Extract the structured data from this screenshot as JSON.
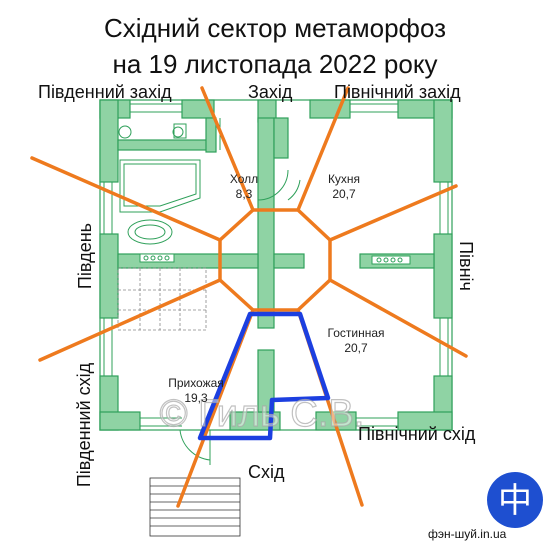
{
  "title": {
    "line1": "Східний сектор метаморфоз",
    "line2": "на 19 листопада 2022 року"
  },
  "directions": {
    "south_west": "Південний захід",
    "west": "Захід",
    "north_west": "Північний захід",
    "south": "Південь",
    "north": "Північ",
    "south_east": "Південний схід",
    "north_east": "Північний схід",
    "east": "Схід"
  },
  "rooms": {
    "hall": {
      "name": "Холл",
      "area": "8,3"
    },
    "kitchen": {
      "name": "Кухня",
      "area": "20,7"
    },
    "living": {
      "name": "Гостинная",
      "area": "20,7"
    },
    "entry": {
      "name": "Прихожая",
      "area": "19,3"
    }
  },
  "watermark": "© Гиль С.В.",
  "logo_glyph": "中",
  "site": "фэн-шуй.in.ua",
  "colors": {
    "wall": "#2fa05a",
    "wall_fill": "#8fd3a4",
    "sector_lines": "#ee7a1e",
    "highlight": "#1c3fe0"
  }
}
